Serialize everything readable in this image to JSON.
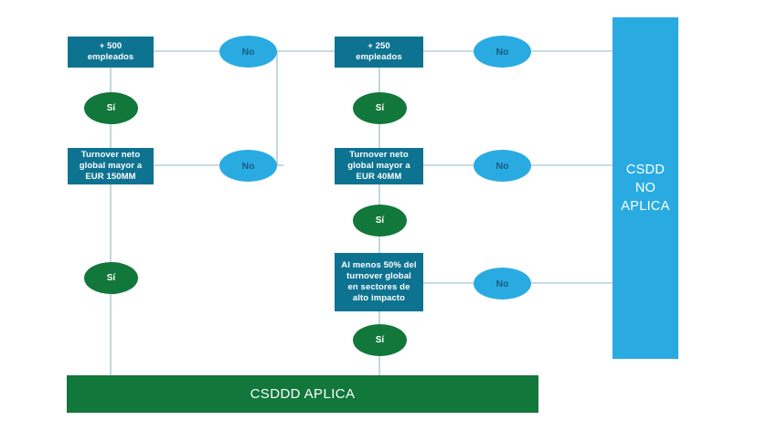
{
  "diagram": {
    "title_text_present": false,
    "colors": {
      "decision_box": "#0E7391",
      "yes_ellipse": "#11773A",
      "no_ellipse": "#29ABE2",
      "no_ellipse_text": "#1a5a82",
      "connector": "#8fb8c4",
      "result_apply": "#11773A",
      "result_not_apply": "#29ABE2",
      "background": "#ffffff"
    },
    "branch_labels": {
      "yes": "Sí",
      "no": "No"
    },
    "decisions": [
      {
        "id": "d1",
        "lines": [
          "+ 500",
          "empleados"
        ]
      },
      {
        "id": "d2",
        "lines": [
          "Turnover neto",
          "global  mayor a",
          "EUR 150MM"
        ]
      },
      {
        "id": "d3",
        "lines": [
          "+ 250",
          "empleados"
        ]
      },
      {
        "id": "d4",
        "lines": [
          "Turnover neto",
          "global  mayor a",
          "EUR 40MM"
        ]
      },
      {
        "id": "d5",
        "lines": [
          "Al menos 50% del",
          "turnover global",
          "en sectores de",
          "alto impacto"
        ]
      }
    ],
    "yes_labels": [
      {
        "id": "y1",
        "text": "Sí"
      },
      {
        "id": "y2",
        "text": "Sí"
      },
      {
        "id": "y3",
        "text": "Sí"
      },
      {
        "id": "y4",
        "text": "Sí"
      },
      {
        "id": "y5",
        "text": "Sí"
      }
    ],
    "no_labels": [
      {
        "id": "n1",
        "text": "No"
      },
      {
        "id": "n2",
        "text": "No"
      },
      {
        "id": "n3",
        "text": "No"
      },
      {
        "id": "n4",
        "text": "No"
      },
      {
        "id": "n5",
        "text": "No"
      }
    ],
    "results": {
      "not_apply": {
        "lines": [
          "CSDD",
          "NO",
          "APLICA"
        ]
      },
      "apply": {
        "label": "CSDDD APLICA"
      }
    }
  }
}
